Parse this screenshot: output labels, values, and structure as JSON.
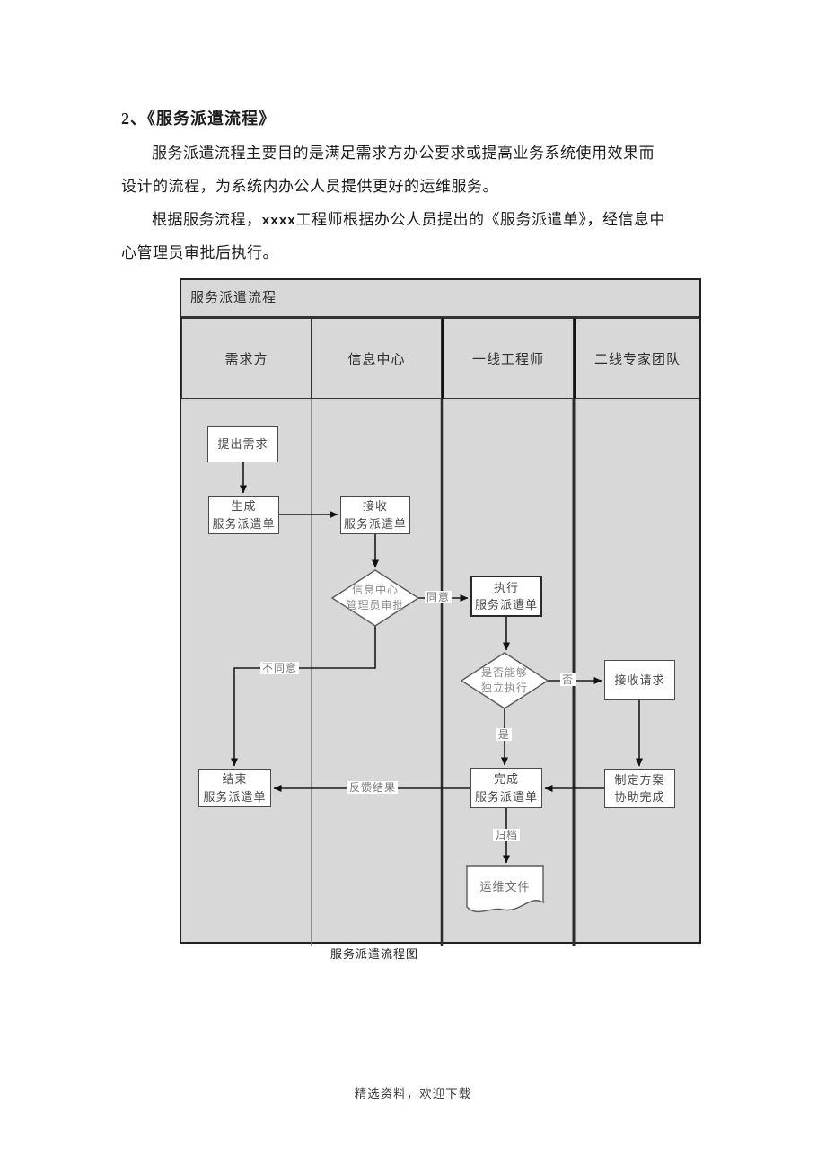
{
  "doc": {
    "heading": "2、《服务派遣流程》",
    "lines": {
      "l1": "服务派遣流程主要目的是满足需求方办公要求或提高业务系统使用效果而",
      "l2": "设计的流程，为系统内办公人员提供更好的运维服务。",
      "l3_pre": "根据服务流程，",
      "l3_bold": "xxxx",
      "l3_post": "工程师根据办公人员提出的《服务派遣单》，经信息中",
      "l4": "心管理员审批后执行。"
    },
    "caption": "服务派遣流程图",
    "footer": "精选资料，欢迎下载"
  },
  "flowchart": {
    "title": "服务派遣流程",
    "lanes": [
      "需求方",
      "信息中心",
      "一线工程师",
      "二线专家团队"
    ],
    "nodes": {
      "raise_demand": {
        "line1": "提出需求"
      },
      "generate_order": {
        "line1": "生成",
        "line2": "服务派遣单"
      },
      "receive_order": {
        "line1": "接收",
        "line2": "服务派遣单"
      },
      "admin_approval": {
        "line1": "信息中心",
        "line2": "管理员审批"
      },
      "execute_order": {
        "line1": "执行",
        "line2": "服务派遣单"
      },
      "can_independent": {
        "line1": "是否能够",
        "line2": "独立执行"
      },
      "receive_request": {
        "line1": "接收请求"
      },
      "end_order": {
        "line1": "结束",
        "line2": "服务派遣单"
      },
      "complete_order": {
        "line1": "完成",
        "line2": "服务派遣单"
      },
      "make_plan": {
        "line1": "制定方案",
        "line2": "协助完成"
      },
      "ops_file": {
        "line1": "运维文件"
      }
    },
    "edge_labels": {
      "agree": "同意",
      "disagree": "不同意",
      "no": "否",
      "yes": "是",
      "feedback": "反馈结果",
      "archive": "归档"
    },
    "colors": {
      "lane_bg": "#d8d8d8",
      "node_fill": "#ffffff",
      "node_border": "#4a4a4a",
      "line": "#1a1a1a",
      "arrowhead": "#111111"
    }
  }
}
